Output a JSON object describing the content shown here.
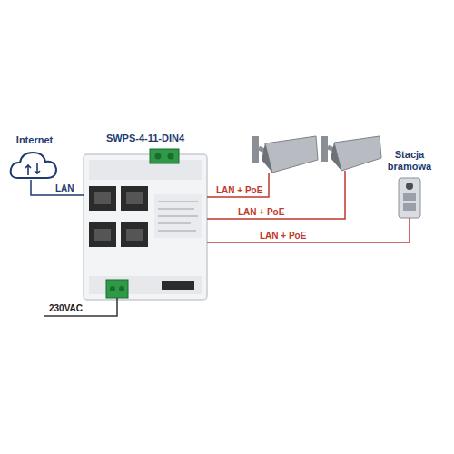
{
  "diagram": {
    "nodes": [
      {
        "text": [
          "Internet"
        ]
      },
      {
        "text": [
          "SWPS-4-11-DIN4"
        ]
      },
      {
        "text": [
          "Stacja bramowa"
        ]
      }
    ],
    "edges": [
      {
        "from": 0,
        "to": 1,
        "label": "LAN",
        "arrow": "none"
      },
      {
        "from": 1,
        "to": 2,
        "label": "LAN + PoE",
        "arrow": "none"
      }
    ],
    "labels": [
      "LAN + PoE",
      "LAN + PoE",
      "230VAC"
    ]
  }
}
